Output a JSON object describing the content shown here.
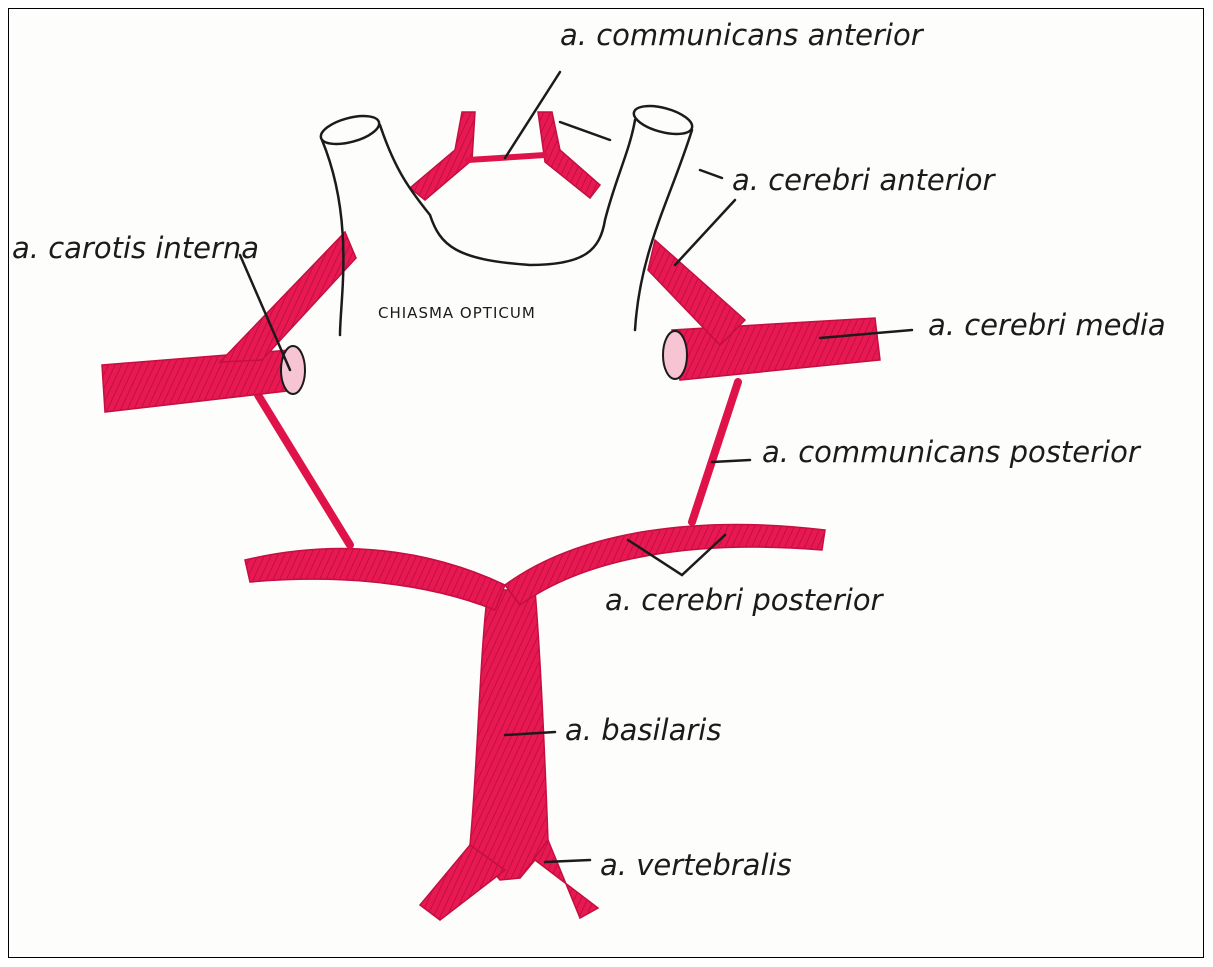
{
  "figure": {
    "center_label": "CHIASMA OPTICUM",
    "labels": {
      "communicans_anterior": "a. communicans anterior",
      "cerebri_anterior": "a. cerebri anterior",
      "carotis_interna": "a. carotis interna",
      "cerebri_media": "a. cerebri media",
      "communicans_posterior": "a. communicans posterior",
      "cerebri_posterior": "a. cerebri posterior",
      "basilaris": "a. basilaris",
      "vertebralis": "a. vertebralis"
    }
  },
  "colors": {
    "vessel": "#e0124a",
    "vessel_dark": "#b80d3c",
    "ink": "#1b1b1b",
    "background": "#fdfdfc"
  }
}
